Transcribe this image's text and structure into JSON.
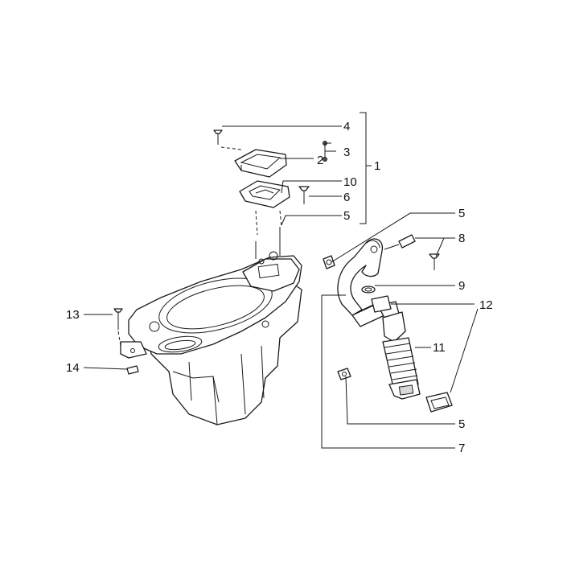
{
  "callouts": [
    {
      "id": "c4",
      "text": "4"
    },
    {
      "id": "c3",
      "text": "3"
    },
    {
      "id": "c2",
      "text": "2"
    },
    {
      "id": "c1",
      "text": "1"
    },
    {
      "id": "c10",
      "text": "10"
    },
    {
      "id": "c6",
      "text": "6"
    },
    {
      "id": "c5a",
      "text": "5"
    },
    {
      "id": "c5b",
      "text": "5"
    },
    {
      "id": "c8",
      "text": "8"
    },
    {
      "id": "c9",
      "text": "9"
    },
    {
      "id": "c12",
      "text": "12"
    },
    {
      "id": "c11",
      "text": "11"
    },
    {
      "id": "c13",
      "text": "13"
    },
    {
      "id": "c14",
      "text": "14"
    },
    {
      "id": "c5c",
      "text": "5"
    },
    {
      "id": "c7",
      "text": "7"
    }
  ]
}
